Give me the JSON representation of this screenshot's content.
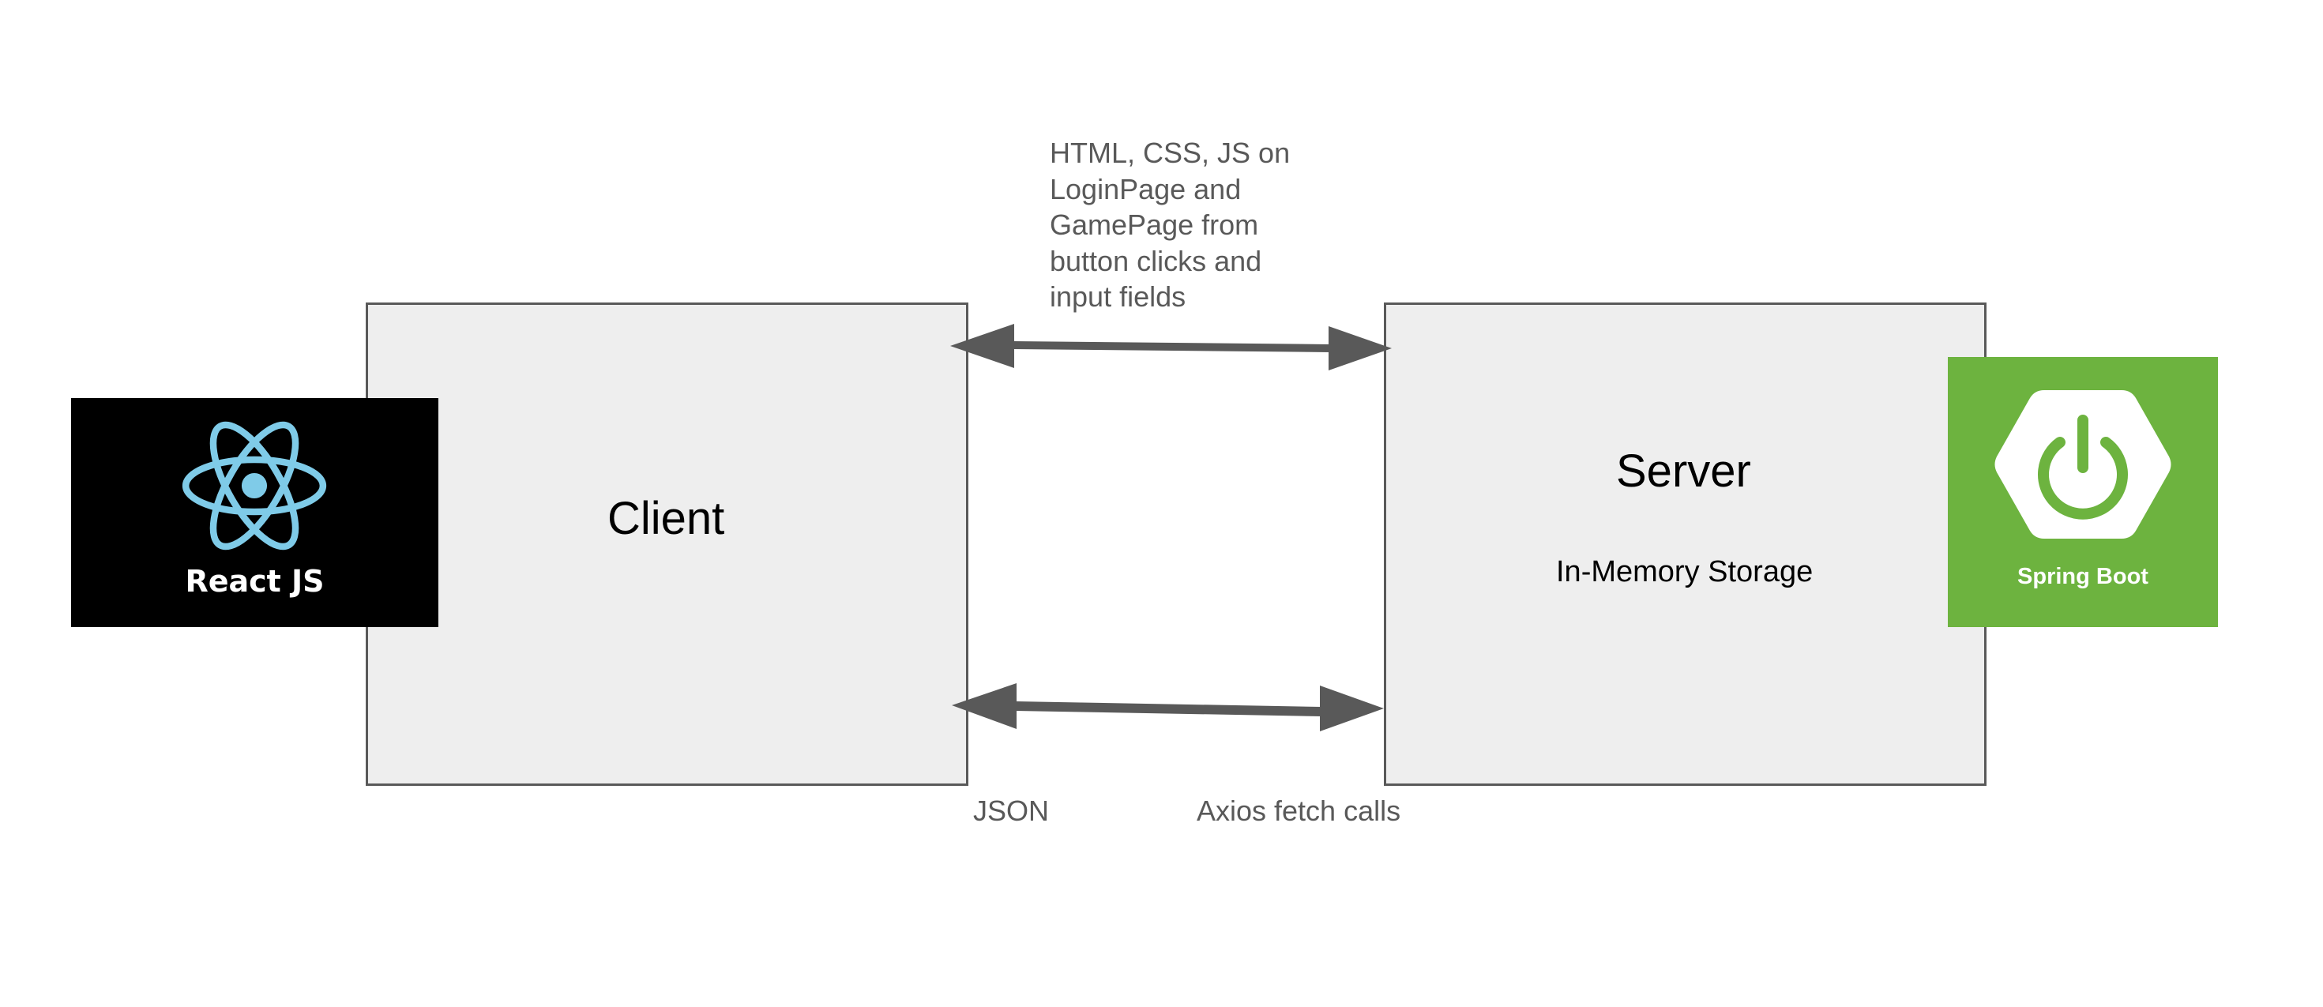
{
  "client": {
    "title": "Client",
    "logo_label": "React JS"
  },
  "server": {
    "title": "Server",
    "subtitle": "In-Memory Storage",
    "logo_label": "Spring Boot"
  },
  "connections": {
    "top_note_lines": [
      "HTML, CSS, JS on",
      "LoginPage and",
      "GamePage from",
      "button clicks and",
      "input fields"
    ],
    "bottom_left_label": "JSON",
    "bottom_right_label": "Axios fetch calls"
  },
  "colors": {
    "box_fill": "#eeeeee",
    "box_border": "#595959",
    "arrow": "#595959",
    "react_bg": "#000000",
    "react_blue": "#7fcbe8",
    "spring_green": "#6db33f"
  },
  "icons": {
    "react": "react-atom-icon",
    "spring": "spring-power-icon"
  }
}
